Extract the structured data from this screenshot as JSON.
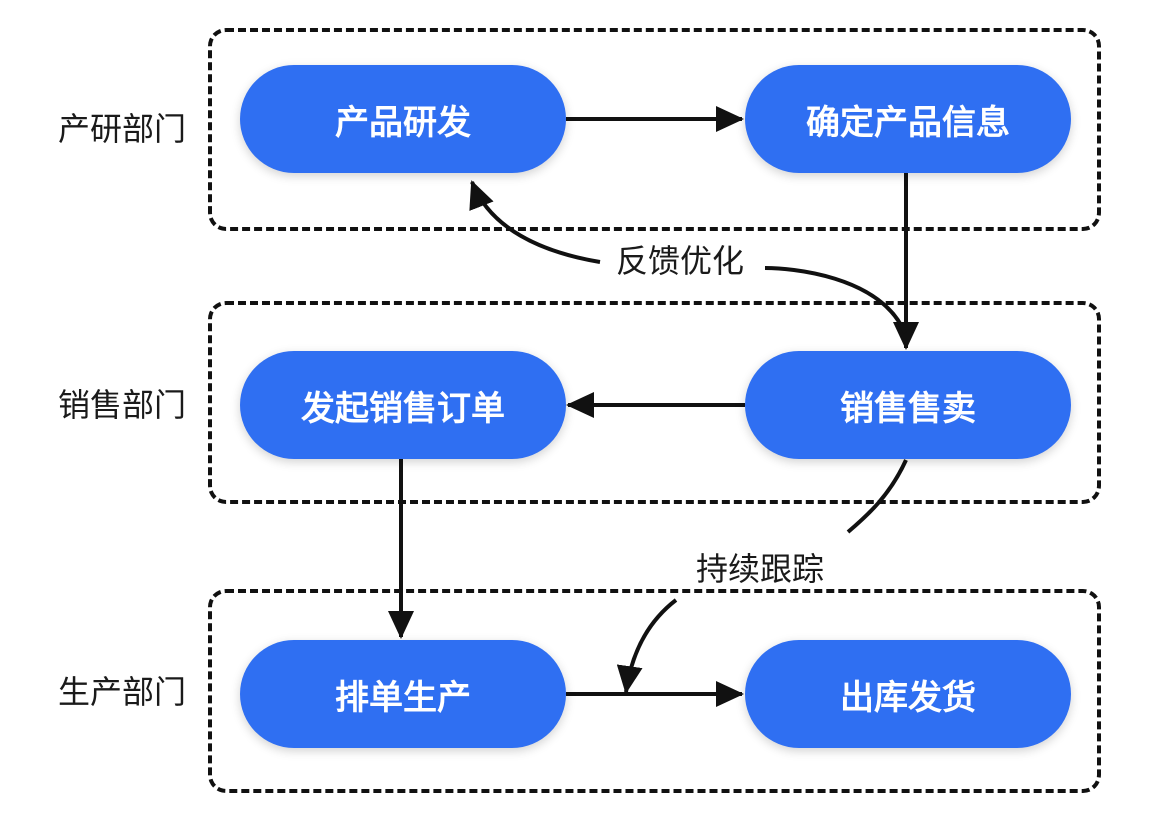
{
  "departments": {
    "rd": "产研部门",
    "sales": "销售部门",
    "production": "生产部门"
  },
  "nodes": {
    "product_dev": "产品研发",
    "confirm_info": "确定产品信息",
    "sales_order": "发起销售订单",
    "selling": "销售售卖",
    "schedule_production": "排单生产",
    "shipping": "出库发货"
  },
  "edge_labels": {
    "feedback": "反馈优化",
    "tracking": "持续跟踪"
  },
  "colors": {
    "node_fill": "#2f6ff2",
    "node_text": "#ffffff",
    "line": "#111111"
  }
}
